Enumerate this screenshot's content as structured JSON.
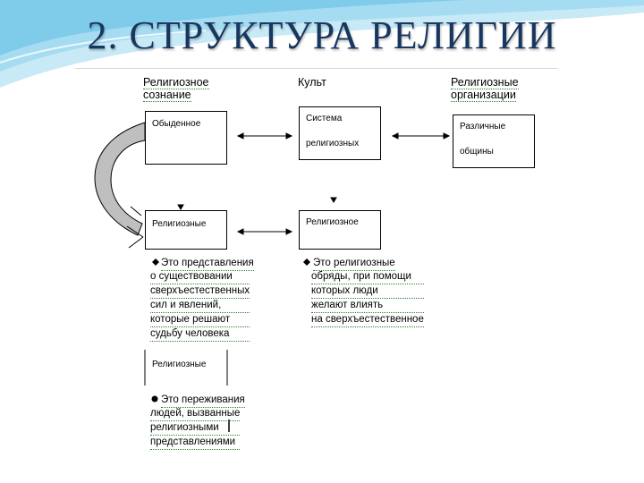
{
  "slide": {
    "title": "2.  СТРУКТУРА  РЕЛИГИИ",
    "colors": {
      "title": "#17375e",
      "background_wave": "#7ecbea"
    }
  },
  "diagram": {
    "headers": {
      "consciousness": [
        "Религиозное",
        "сознание"
      ],
      "cult": "Культ",
      "organizations": [
        "Религиозные",
        "организации"
      ]
    },
    "boxes": {
      "everyday": "Обыденное",
      "system": [
        "Система",
        "религиозных"
      ],
      "communities": [
        "Различные",
        "общины"
      ],
      "religious_left": "Религиозные",
      "religious_center": "Религиозное",
      "religious_bottom": "Религиозные"
    },
    "notes": {
      "ideas": [
        "Это представления",
        "о существовании",
        "сверхъестественных",
        "сил и явлений,",
        "которые решают",
        "судьбу человека"
      ],
      "rites": [
        "Это религиозные",
        "обряды, при помощи",
        "которых люди",
        "желают влиять",
        "на сверхъестественное"
      ],
      "feelings": [
        "Это переживания",
        "людей, вызванные",
        "религиозными",
        "представлениями"
      ]
    },
    "icons": [
      "double-arrow-icon",
      "diamond-bullet-icon",
      "curved-arrow-icon",
      "triangle-marker-icon"
    ]
  }
}
